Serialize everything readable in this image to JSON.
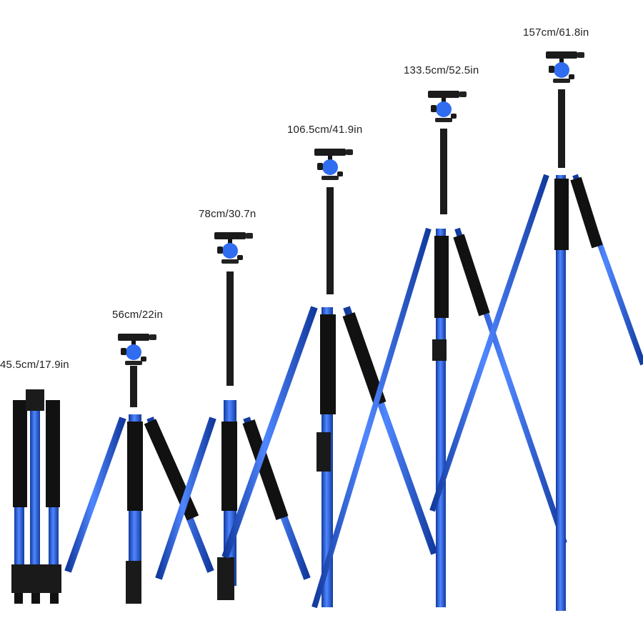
{
  "image": {
    "subject": "Camera tripod shown at six height configurations",
    "colors": {
      "tube_blue": "#1f4fd6",
      "tube_highlight": "#5b8cff",
      "foam_black": "#111111",
      "background": "#ffffff"
    }
  },
  "heights": [
    {
      "label": "45.5cm/17.9in",
      "cm": 45.5,
      "in": 17.9
    },
    {
      "label": "56cm/22in",
      "cm": 56,
      "in": 22
    },
    {
      "label": "78cm/30.7n",
      "cm": 78,
      "in": 30.7
    },
    {
      "label": "106.5cm/41.9in",
      "cm": 106.5,
      "in": 41.9
    },
    {
      "label": "133.5cm/52.5in",
      "cm": 133.5,
      "in": 52.5
    },
    {
      "label": "157cm/61.8in",
      "cm": 157,
      "in": 61.8
    }
  ]
}
